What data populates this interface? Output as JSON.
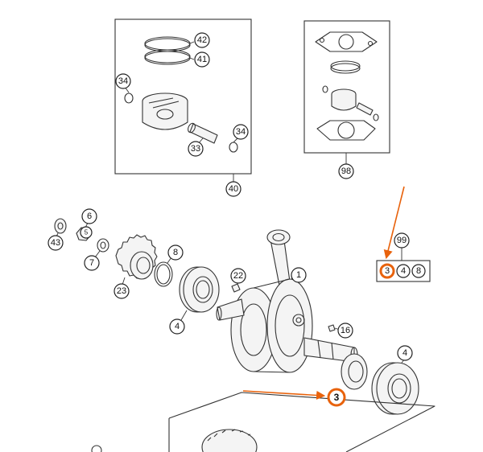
{
  "diagram": {
    "callouts": {
      "c42": "42",
      "c41": "41",
      "c34a": "34",
      "c33": "33",
      "c34b": "34",
      "c40": "40",
      "c98": "98",
      "c6": "6",
      "c43": "43",
      "c7": "7",
      "c5": "5",
      "c23": "23",
      "c8": "8",
      "c22": "22",
      "c1": "1",
      "c4a": "4",
      "c16": "16",
      "c4b": "4",
      "c99": "99",
      "k3": "3",
      "k4": "4",
      "k8": "8",
      "c3": "3"
    },
    "highlight_color": "#e8620c"
  }
}
